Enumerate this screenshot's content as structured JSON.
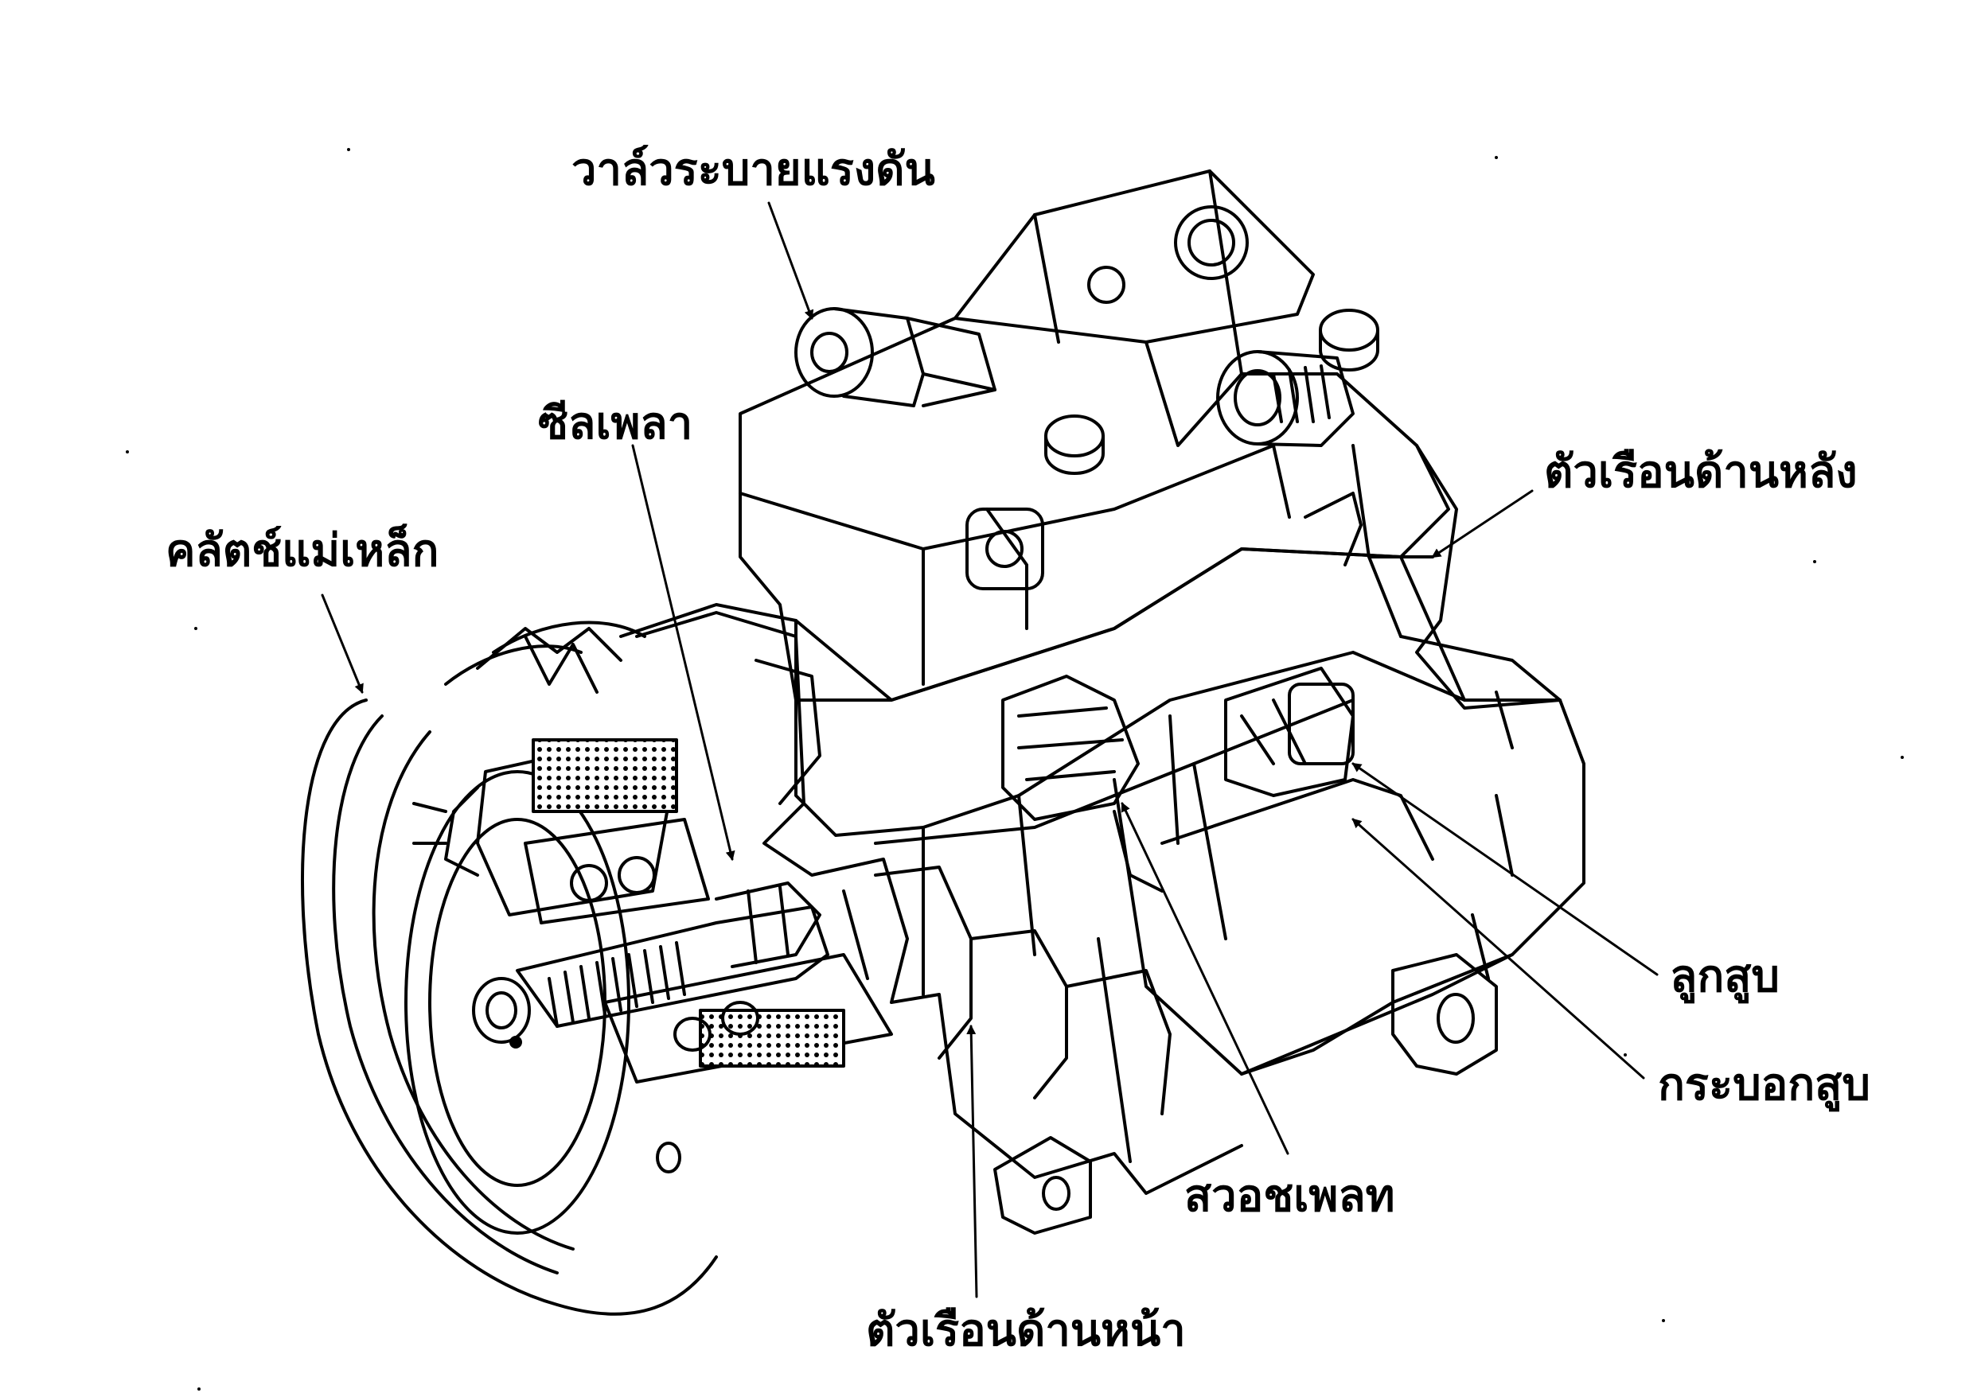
{
  "diagram": {
    "labels": {
      "relief_valve": "วาล์วระบายแรงดัน",
      "shaft_seal": "ซีลเพลา",
      "magnetic_clutch": "คลัตช์แม่เหล็ก",
      "rear_housing": "ตัวเรือนด้านหลัง",
      "piston": "ลูกสูบ",
      "cylinder": "กระบอกสูบ",
      "swash_plate": "สวอชเพลท",
      "front_housing": "ตัวเรือนด้านหน้า"
    },
    "colors": {
      "ink": "#000000",
      "paper": "#ffffff"
    }
  }
}
